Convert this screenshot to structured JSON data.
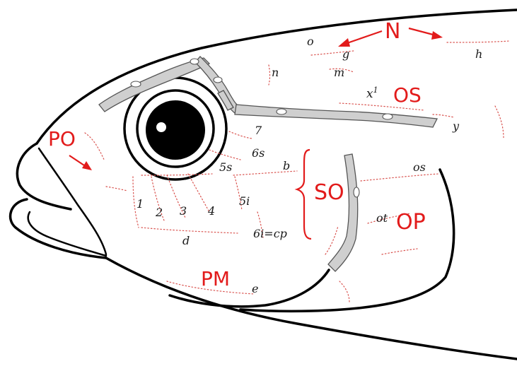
{
  "regions": {
    "N": "N",
    "OS": "OS",
    "PO": "PO",
    "SO": "SO",
    "OP": "OP",
    "PM": "PM"
  },
  "pores": {
    "o": "o",
    "g": "g",
    "h": "h",
    "m": "m",
    "n": "n",
    "x1_base": "x",
    "x1_sup": "1",
    "y": "y",
    "p7": "7",
    "p6s": "6s",
    "p5s": "5s",
    "b": "b",
    "os": "os",
    "p1": "1",
    "p2": "2",
    "p3": "3",
    "p4": "4",
    "p5i": "5i",
    "p6i": "6i=cp",
    "ot": "ot",
    "d": "d",
    "e": "e"
  },
  "colors": {
    "label_red": "#e21b1b",
    "canal_fill": "#cfcfcf",
    "pore_line": "#d9534f",
    "outline": "#000000"
  }
}
